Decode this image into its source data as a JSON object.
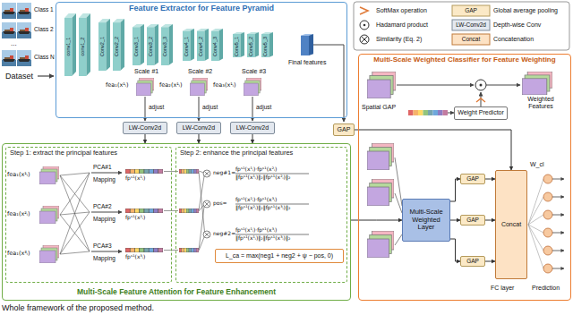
{
  "diagram": {
    "caption": "Whole framework of the proposed method.",
    "nodes": [
      {
        "text": [
          "Feature Extractor for Feature Pyramid"
        ]
      },
      {
        "text": [
          "LW-Conv2d"
        ]
      },
      {
        "text": [
          "LW-Conv2d"
        ]
      },
      {
        "text": [
          "LW-Conv2d"
        ]
      },
      {
        "text": [
          "GAP"
        ]
      },
      {
        "text": [
          "Multi-Scale Feature Attention for Feature Enhancement"
        ]
      },
      {
        "text": [
          "Step 1: extract the principal features"
        ],
        "in": 5
      },
      {
        "text": [
          "Step 2: enhance the principal features"
        ],
        "in": 5
      },
      {
        "text": [
          "L_ca = max(neg1 + neg2 + ψ − pos, 0)"
        ],
        "in": 7
      },
      {
        "text": [
          "Multi-Scale Weighted Classifier for Feature Weighting"
        ]
      },
      {
        "text": [
          "Weight Predictor"
        ],
        "in": 9
      },
      {
        "text": [
          "Multi-Scale Weighted Layer"
        ],
        "in": 9
      },
      {
        "text": [
          "GAP"
        ],
        "in": 9
      },
      {
        "text": [
          "GAP"
        ],
        "in": 9
      },
      {
        "text": [
          "GAP"
        ],
        "in": 9
      },
      {
        "text": [
          "Concat"
        ],
        "in": 9
      }
    ],
    "edges": [
      {
        "from": 1,
        "to": 5,
        "arrow": "to"
      },
      {
        "from": 2,
        "to": 5,
        "arrow": "to"
      },
      {
        "from": 3,
        "to": 5,
        "arrow": "to"
      },
      {
        "from": 5,
        "to": 11,
        "arrow": "to"
      },
      {
        "from": 11,
        "to": 12,
        "arrow": "to"
      },
      {
        "from": 11,
        "to": 13,
        "arrow": "to"
      },
      {
        "from": 11,
        "to": 14,
        "arrow": "to"
      },
      {
        "from": 12,
        "to": 15,
        "arrow": "to"
      },
      {
        "from": 13,
        "to": 15,
        "arrow": "to"
      },
      {
        "from": 14,
        "to": 15,
        "arrow": "to"
      },
      {
        "from": 4,
        "to": 15,
        "arrow": "to"
      }
    ],
    "labels": [
      "Class 1",
      "Class 2",
      "...",
      "Class N",
      "Dataset",
      "conv1_1",
      "conv1_2",
      "Conv2_1",
      "Conv2_2",
      "Conv3_1",
      "Conv3_2",
      "Conv3_3",
      "Conv4_1",
      "Conv4_2",
      "Conv4_3",
      "Conv5_1",
      "Conv5_2",
      "Conv5_3",
      "Scale #1",
      "fea₁(x¹ᵢ)",
      "adjust",
      "Scale #2",
      "fea₂(x¹ᵢ)",
      "adjust",
      "Scale #3",
      "fea₃(x¹ᵢ)",
      "adjust",
      "Final features",
      "GAP",
      "LW-Conv2d",
      "Concat",
      "fea₁(x¹ᵢ)",
      "fea₁(x²ᵢ)",
      "fea₁(x³ᵢ)",
      "PCA#1",
      "Mapping",
      "fpˢ¹(x¹ᵢ)",
      "PCA#2",
      "Mapping",
      "fpˢ¹(x²ᵢ)",
      "PCA#3",
      "Mapping",
      "fpˢ¹(x³ᵢ)",
      "neg#1=",
      "fpˢ¹(x¹ᵢ)·fpˢ¹(x²ᵢ)",
      "‖fpˢ¹(x¹ᵢ)‖₂‖fpˢ¹(x²ᵢ)‖₂",
      "pos=",
      "fpˢ¹(x²ᵢ)·fpˢ¹(x³ᵢ)",
      "‖fpˢ¹(x²ᵢ)‖₂‖fpˢ¹(x³ᵢ)‖₂",
      "neg#2=",
      "fpˢ¹(x¹ᵢ)·fpˢ¹(x³ᵢ)",
      "‖fpˢ¹(x¹ᵢ)‖₂‖fpˢ¹(x³ᵢ)‖₂",
      "Spatial GAP",
      "Weighted Features",
      "W_cl",
      "FC layer",
      "Prediction"
    ],
    "legend": [
      {
        "text": "SoftMax operation"
      },
      {
        "text": "Global average pooling"
      },
      {
        "text": "Hadamard product"
      },
      {
        "text": "Depth-wise Conv"
      },
      {
        "text": "Similarity (Eq. 2)"
      },
      {
        "text": "Concatenation"
      }
    ]
  }
}
